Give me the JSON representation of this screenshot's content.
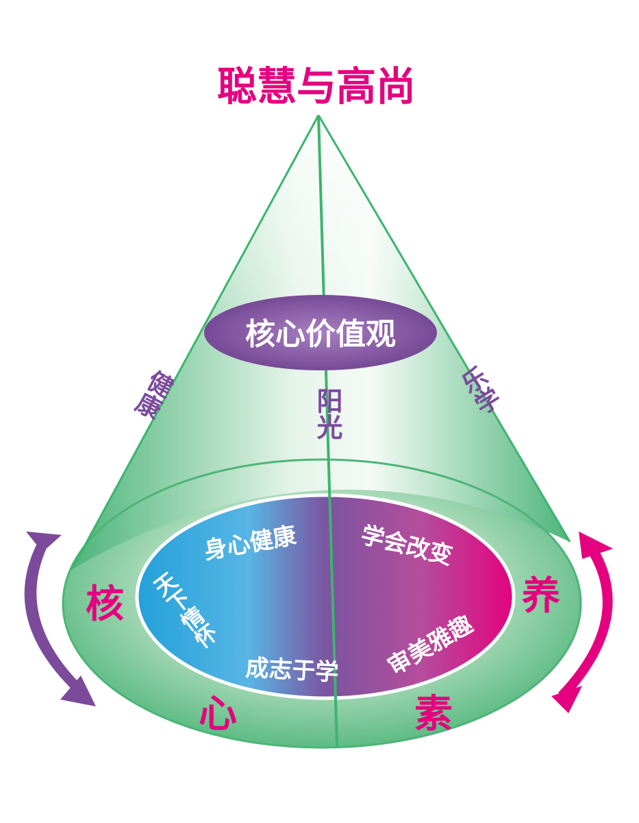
{
  "title": "聪慧与高尚",
  "top_ellipse": "核心价值观",
  "cone_labels": {
    "left": "健康",
    "center": "阳光",
    "right": "乐学"
  },
  "ring_chars": {
    "c1": "核",
    "c2": "心",
    "c3": "素",
    "c4": "养"
  },
  "inner_items": [
    "身心健康",
    "学会改变",
    "天下情怀",
    "成志于学",
    "审美雅趣"
  ],
  "colors": {
    "title": "#e4007f",
    "purple": "#7b4a9a",
    "green": "#3cb46e",
    "magenta": "#e4007f"
  }
}
